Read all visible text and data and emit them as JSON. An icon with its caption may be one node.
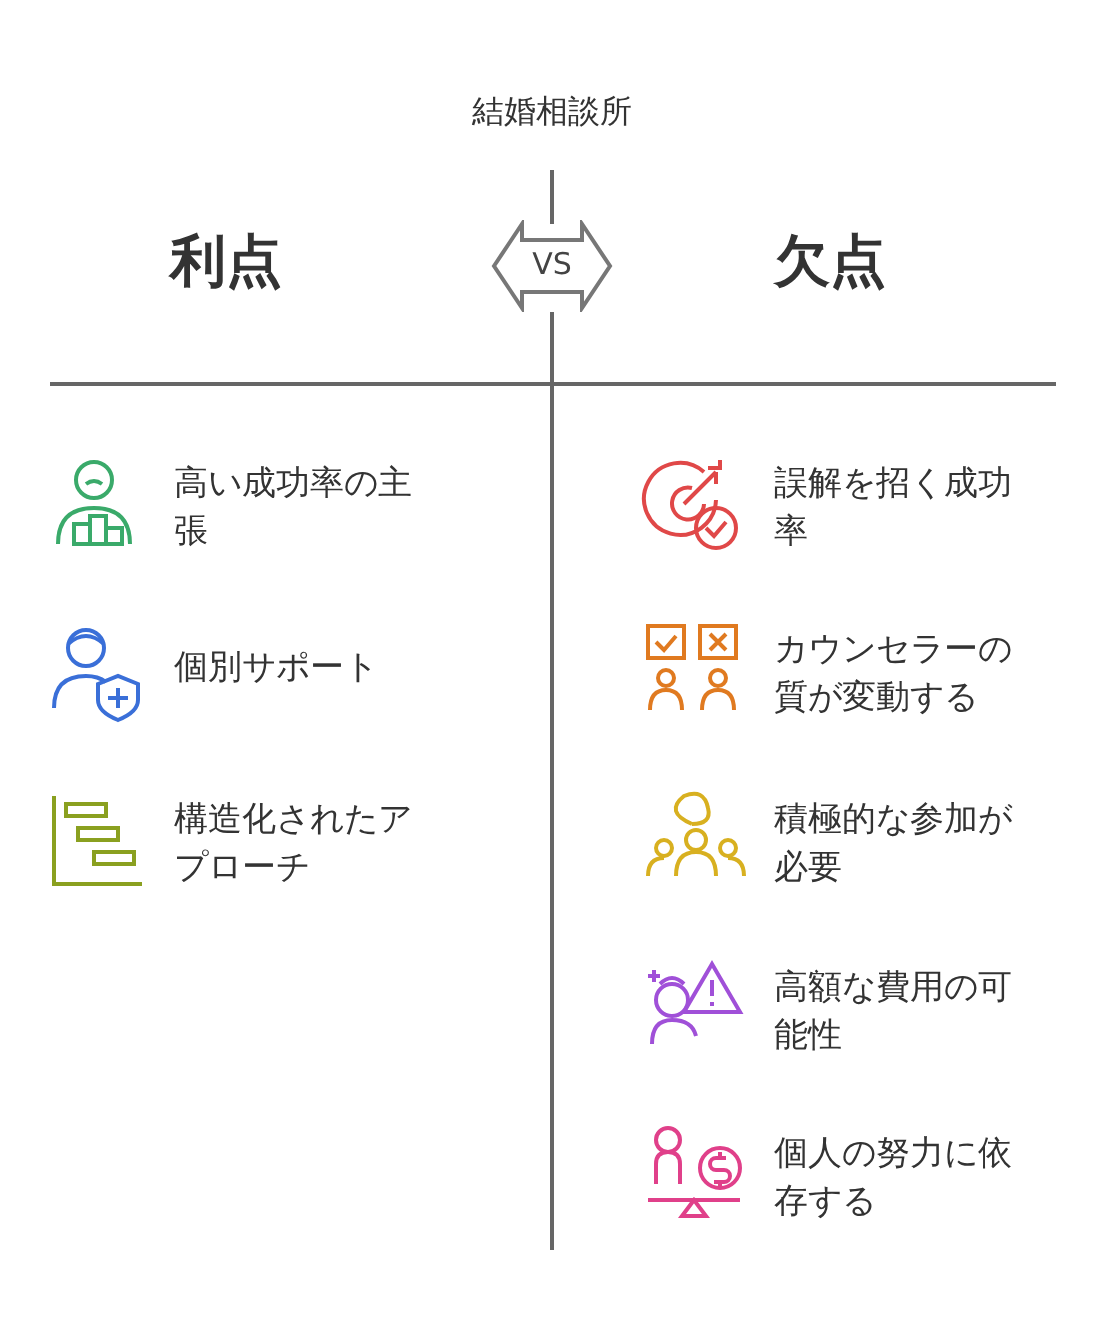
{
  "diagram": {
    "title": "結婚相談所",
    "nodes": [
      {
        "text": [
          "VS"
        ]
      }
    ],
    "labels": [
      "利点",
      "欠点",
      "高い成功率の主張",
      "個別サポート",
      "構造化されたアプローチ",
      "誤解を招く成功率",
      "カウンセラーの質が変動する",
      "積極的な参加が必要",
      "高額な費用の可能性",
      "個人の努力に依存する"
    ]
  }
}
